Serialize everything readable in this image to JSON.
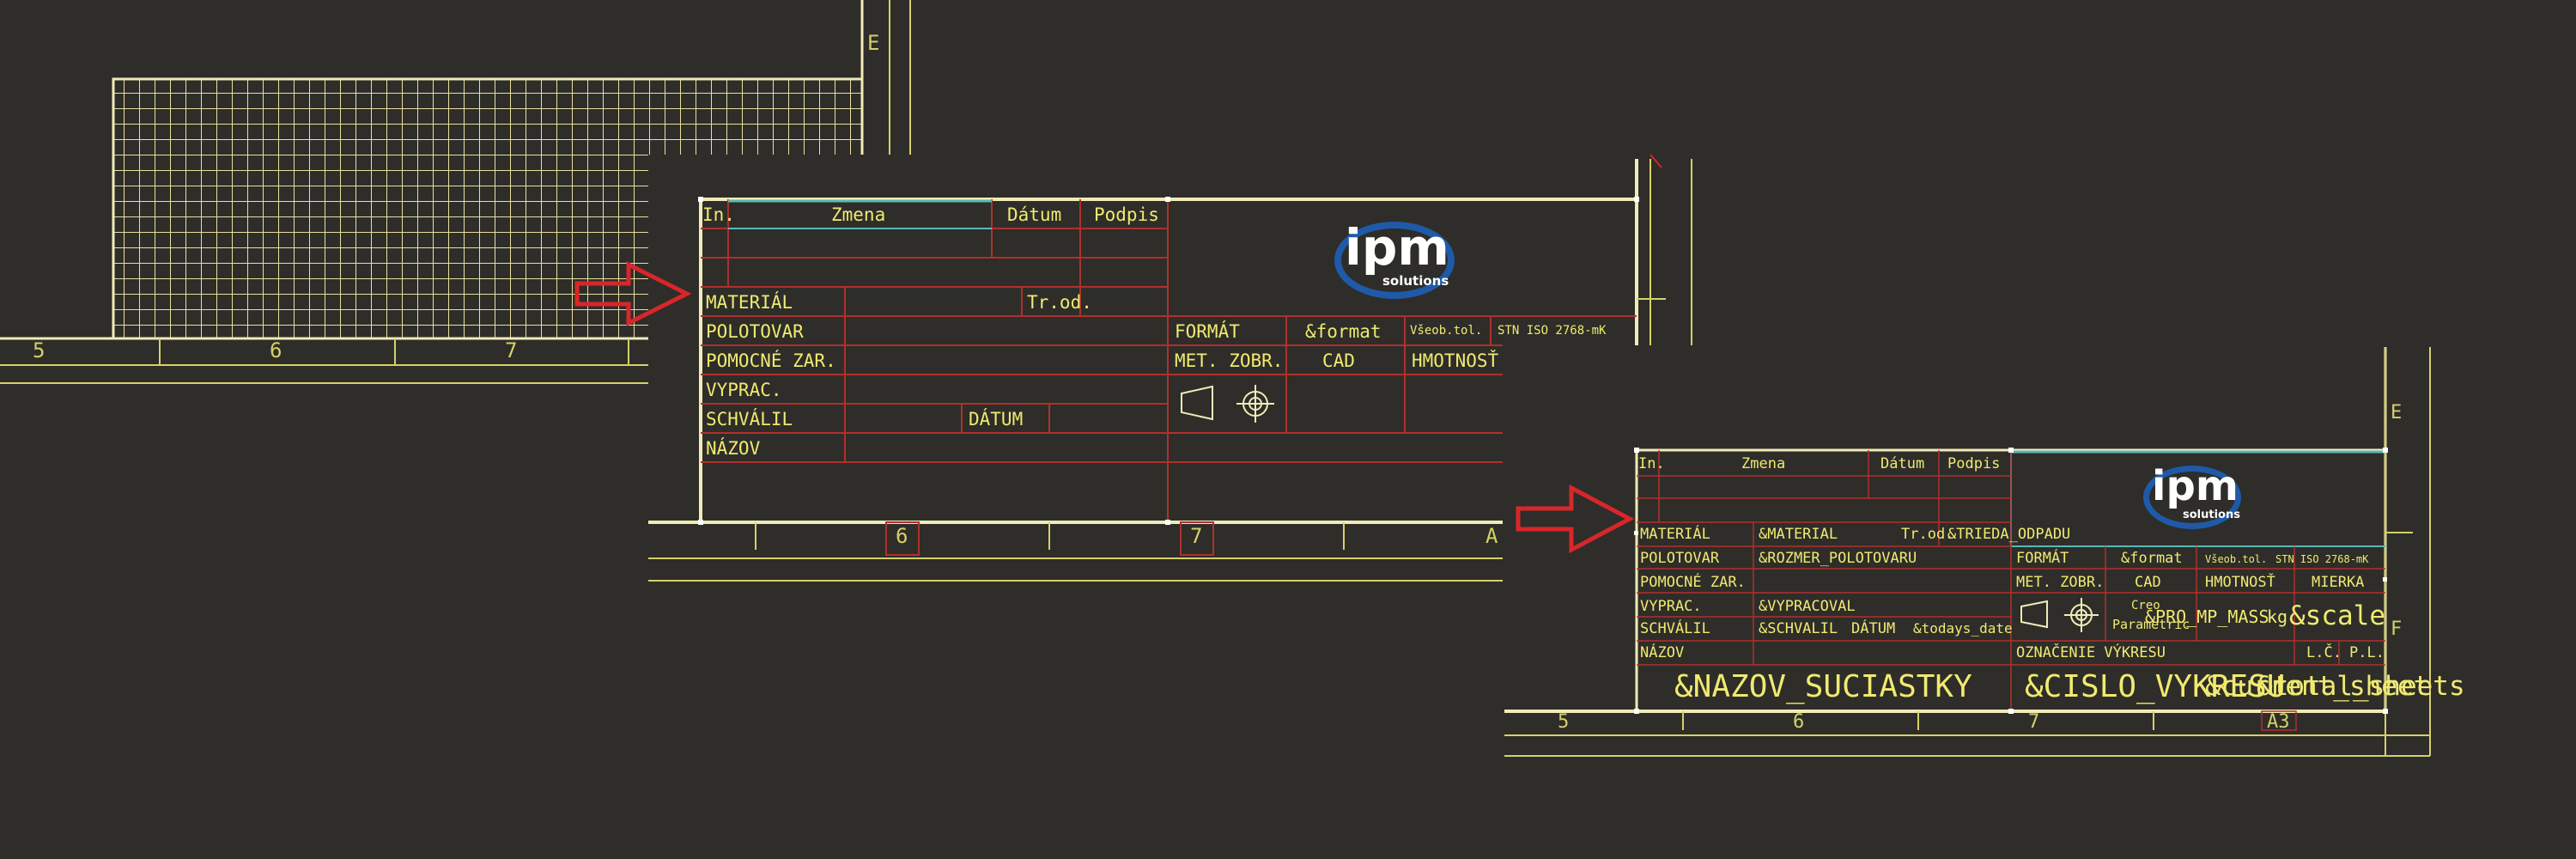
{
  "colors": {
    "background": "#2e2d29",
    "frame": "#f0ebb8",
    "grid": "#e8e0a0",
    "table_line": "#b0302c",
    "text": "#f0ea70",
    "arrow": "#d8262a",
    "logo_blue": "#1e5aa8"
  },
  "top_left": {
    "ruler_numbers": [
      "5",
      "6",
      "7"
    ],
    "zone_letter": "E"
  },
  "template1": {
    "revision_header": {
      "col1": "In.",
      "col2": "Zmena",
      "col3": "Dátum",
      "col4": "Podpis"
    },
    "logo": {
      "main": "ipm",
      "sub": "solutions"
    },
    "rows": {
      "material": "MATERIÁL",
      "trod": "Tr.od.",
      "polotovar": "POLOTOVAR",
      "pomocne": "POMOCNÉ ZAR.",
      "vyprac": "VYPRAC.",
      "schvalil": "SCHVÁLIL",
      "datum": "DÁTUM",
      "nazov": "NÁZOV"
    },
    "right": {
      "format": "FORMÁT",
      "format_val": "&format",
      "vseob": "Všeob.tol.",
      "stn": "STN ISO 2768-mK",
      "met_zobr": "MET. ZOBR.",
      "cad": "CAD",
      "hmotnost": "HMOTNOSŤ"
    },
    "ruler_numbers": [
      "6",
      "7",
      "A"
    ]
  },
  "template2": {
    "revision_header": {
      "col1": "In.",
      "col2": "Zmena",
      "col3": "Dátum",
      "col4": "Podpis"
    },
    "logo": {
      "main": "ipm",
      "sub": "solutions"
    },
    "rows": {
      "material": "MATERIÁL",
      "material_val": "&MATERIAL",
      "trod": "Tr.od.",
      "trieda": "&TRIEDA_ODPADU",
      "polotovar": "POLOTOVAR",
      "polotovar_val": "&ROZMER_POLOTOVARU",
      "pomocne": "POMOCNÉ ZAR.",
      "vyprac": "VYPRAC.",
      "vyprac_val": "&VYPRACOVAL",
      "schvalil": "SCHVÁLIL",
      "schvalil_val": "&SCHVALIL",
      "datum": "DÁTUM",
      "datum_val": "&todays_date",
      "nazov": "NÁZOV"
    },
    "right": {
      "format": "FORMÁT",
      "format_val": "&format",
      "vseob": "Všeob.tol.",
      "stn": "STN ISO 2768-mK",
      "met_zobr": "MET. ZOBR.",
      "cad": "CAD",
      "hmotnost": "HMOTNOSŤ",
      "mierka": "MIERKA",
      "creo": "Creo",
      "parametric": "Parametric",
      "mass": "&PRO_MP_MASS",
      "mass_unit": "kg",
      "scale": "&scale",
      "oznacenie": "OZNAČENIE VÝKRESU",
      "lc": "L.Č.",
      "pl": "P.L."
    },
    "bottom": {
      "nazov_val": "&NAZOV_SUCIASTKY",
      "cislo": "&CISLO_VYKRESU",
      "sheets": "&current_sheet",
      "total": "&total_sheets"
    },
    "ruler_numbers": [
      "5",
      "6",
      "7",
      "A3"
    ],
    "zone_letters": [
      "E",
      "F"
    ]
  }
}
